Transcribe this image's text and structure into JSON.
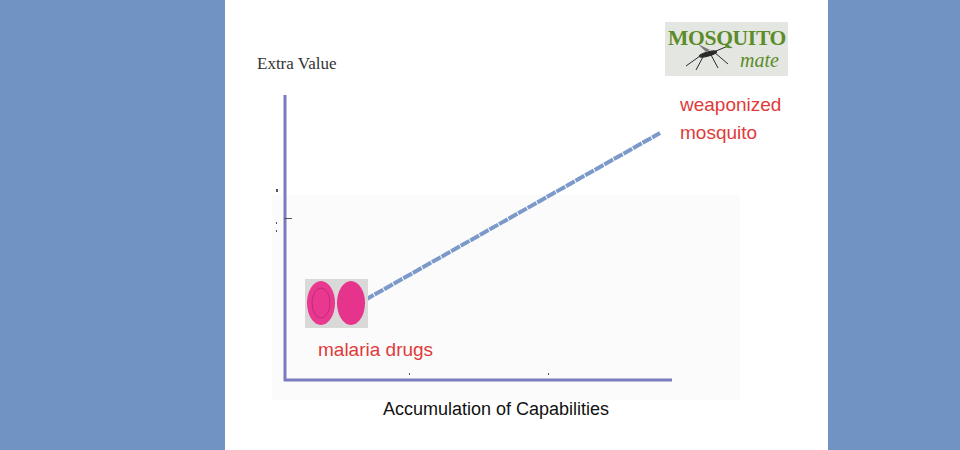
{
  "diagram": {
    "labels": [
      "MOSQUITO",
      "mate",
      "Extra Value",
      "weaponized mosquito",
      "malaria drugs",
      "Accumulation of Capabilities"
    ]
  }
}
